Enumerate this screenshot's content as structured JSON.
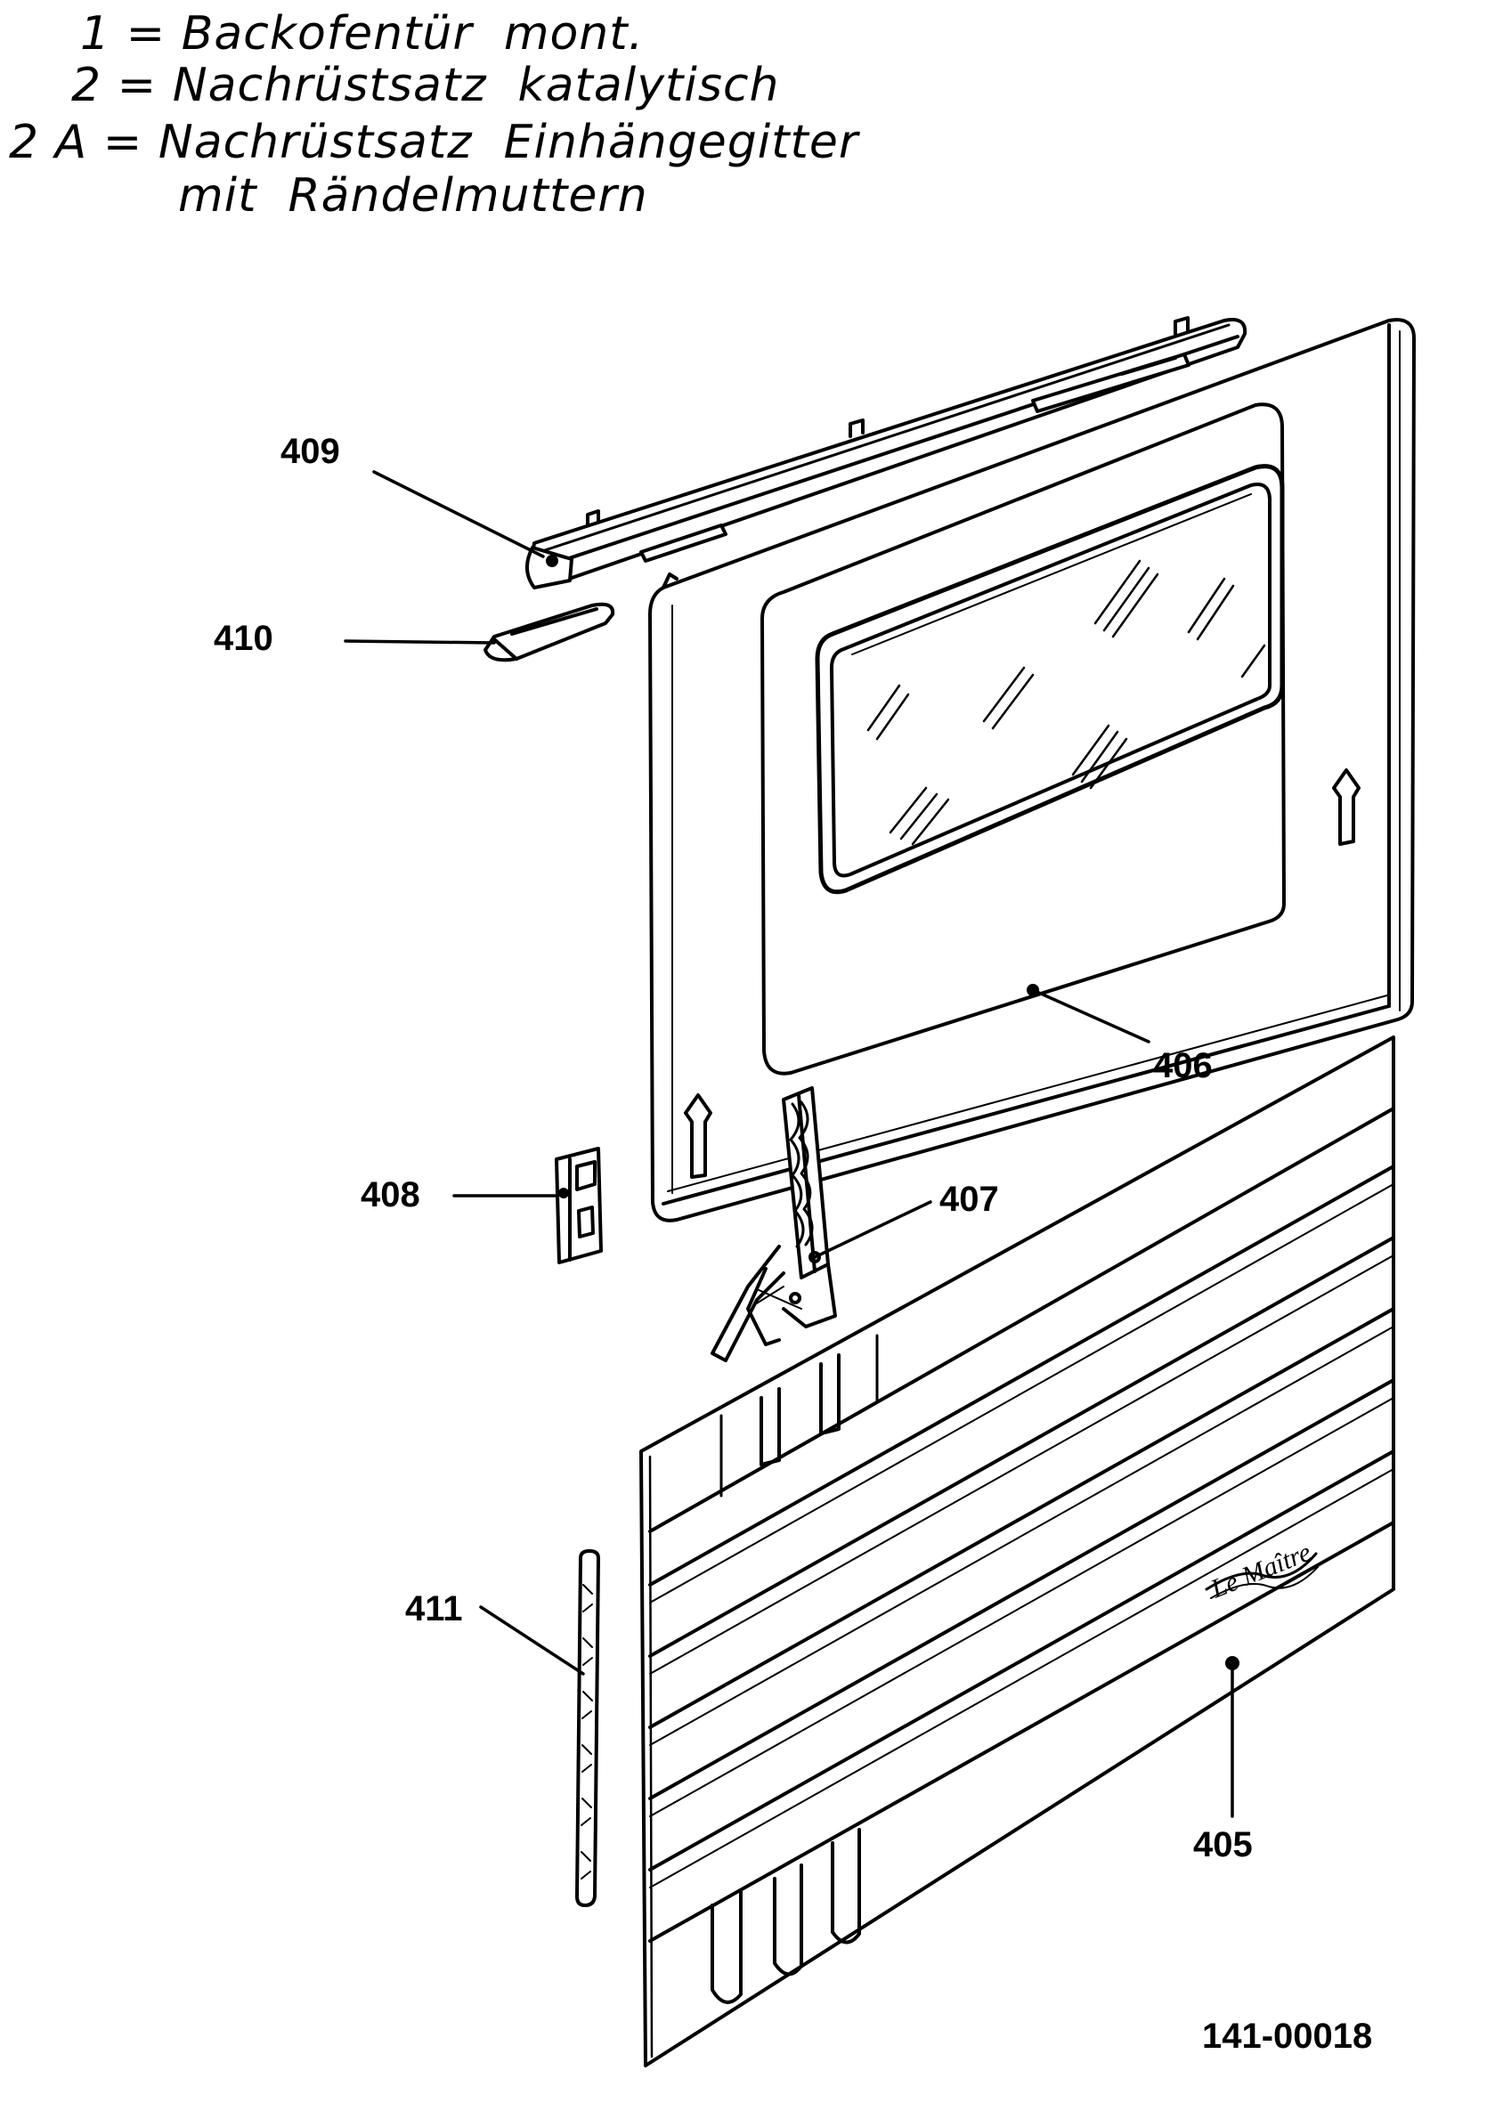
{
  "legend": [
    {
      "num": "1",
      "text": "Backofentür  mont."
    },
    {
      "num": "2",
      "text": "Nachrüstsatz  katalytisch"
    },
    {
      "num": "2 A",
      "text": "Nachrüstsatz  Einhängegitter"
    },
    {
      "num": "",
      "text": "mit  Rändelmuttern"
    }
  ],
  "callouts": {
    "c405": "405",
    "c406": "406",
    "c407": "407",
    "c408": "408",
    "c409": "409",
    "c410": "410",
    "c411": "411"
  },
  "logo_text": "Le Maître",
  "document_number": "141-00018",
  "colors": {
    "ink": "#000000",
    "paper": "#ffffff"
  }
}
